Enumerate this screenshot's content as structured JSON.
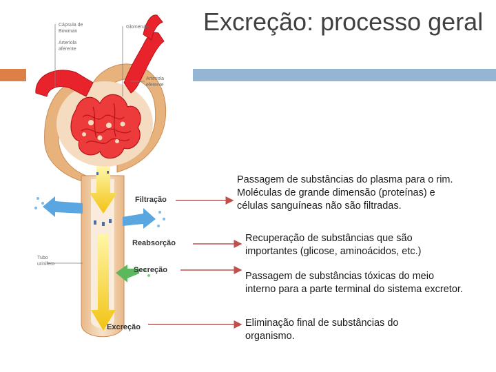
{
  "slide": {
    "title": "Excreção: processo geral"
  },
  "figure": {
    "labels": {
      "capsula": "Cápsula de Bowman",
      "glomerulo": "Glomerulo",
      "arteriola_aferente": "Arteriola aferente",
      "arteriola_eferente": "Arteriola eferente",
      "tubo": "Tubo urinifero",
      "filtracao": "Filtração",
      "reabsorcao": "Reabsorção",
      "secrecao": "Secreção",
      "excrecao": "Excreção"
    }
  },
  "descriptions": {
    "filtracao": "Passagem de substâncias do plasma para o rim. Moléculas de grande dimensão (proteínas) e células sanguíneas não são filtradas.",
    "reabsorcao": "Recuperação de substâncias que são importantes (glicose, aminoácidos, etc.)",
    "secrecao": "Passagem de substâncias tóxicas do meio interno para a parte terminal do sistema excretor.",
    "excrecao": "Eliminação final de substâncias do organismo."
  },
  "colors": {
    "accent_orange": "#dd8047",
    "accent_blue": "#94b6d2",
    "arrow": "#c0504d"
  }
}
